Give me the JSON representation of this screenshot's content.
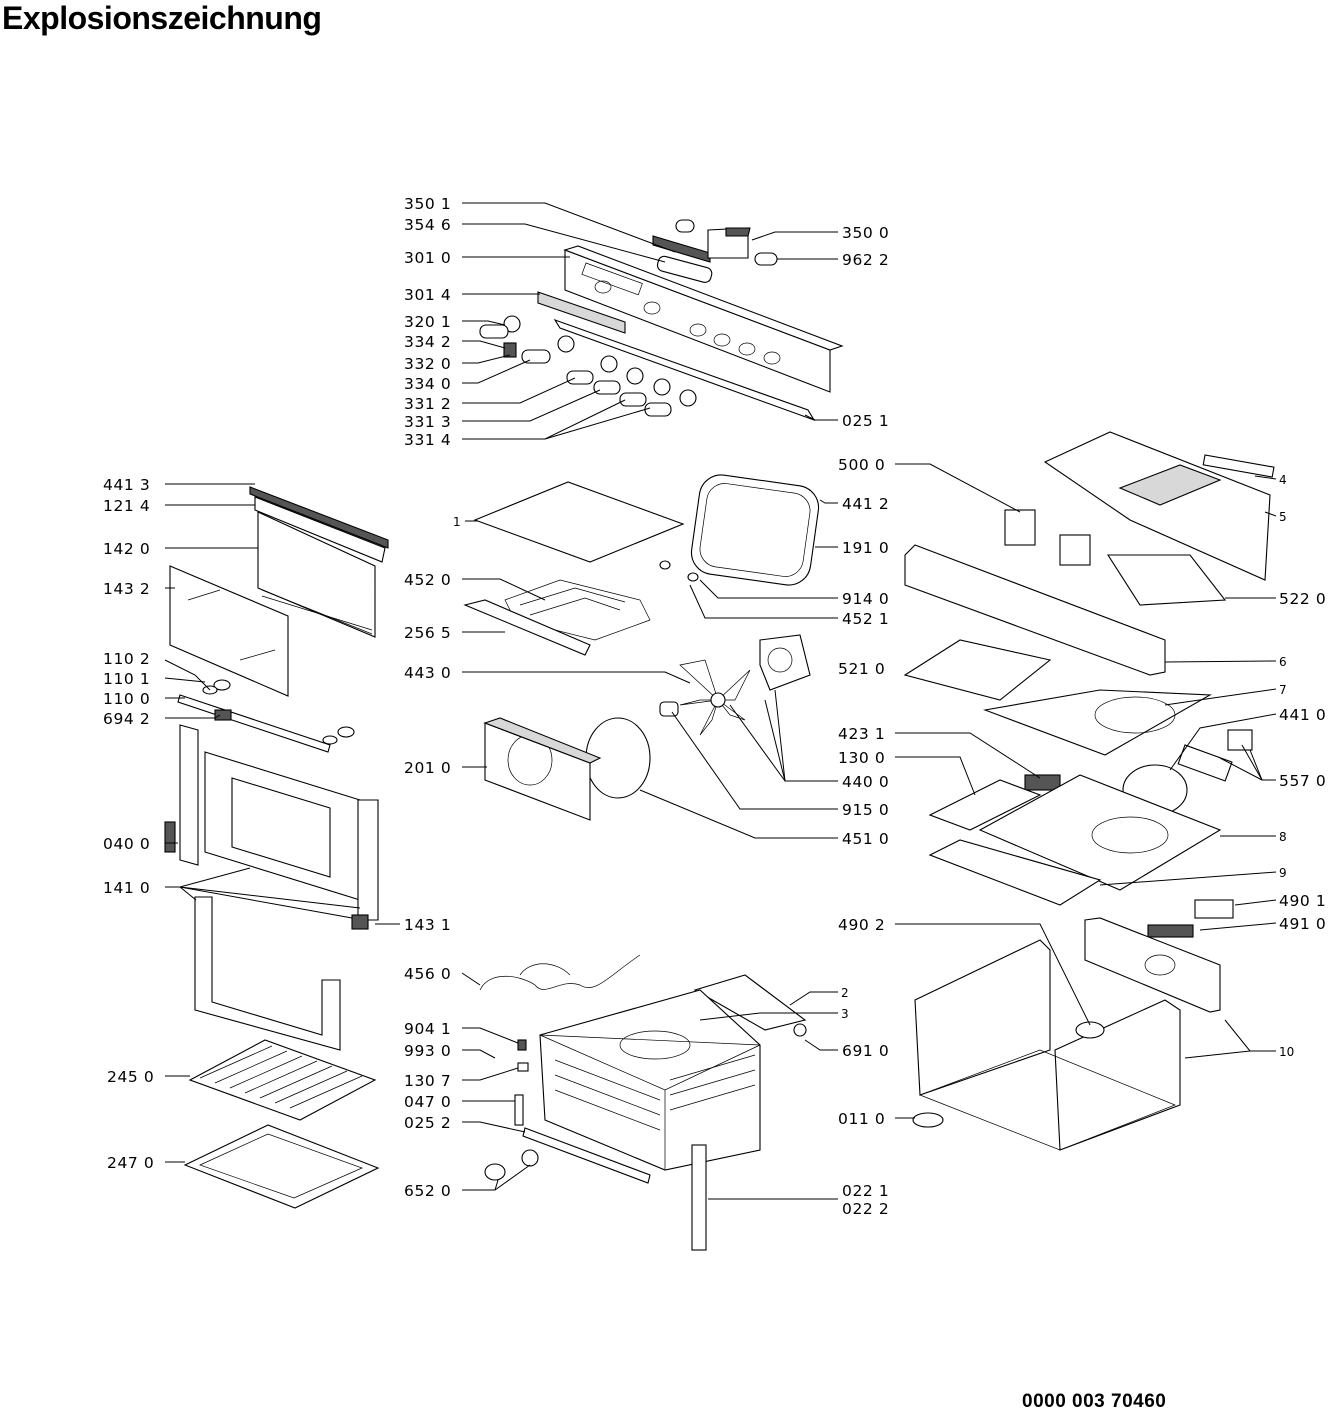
{
  "title": "Explosionszeichnung",
  "document_number": "0000 003 70460",
  "callouts": {
    "c3501": "350 1",
    "c3546": "354 6",
    "c3010": "301 0",
    "c3014": "301 4",
    "c3201": "320 1",
    "c3342": "334 2",
    "c3320": "332 0",
    "c3340": "334 0",
    "c3312": "331 2",
    "c3313": "331 3",
    "c3314": "331 4",
    "c3500": "350 0",
    "c9622": "962 2",
    "c0251": "025 1",
    "c4413": "441 3",
    "c1214": "121 4",
    "c1420": "142 0",
    "c1432": "143 2",
    "c1102": "110 2",
    "c1101": "110 1",
    "c1100": "110 0",
    "c6942": "694 2",
    "c0400": "040 0",
    "c1410": "141 0",
    "c1431": "143 1",
    "c2450": "245 0",
    "c2470": "247 0",
    "c1": "1",
    "c4520": "452 0",
    "c2565": "256 5",
    "c4430": "443 0",
    "c2010": "201 0",
    "c4412": "441 2",
    "c1910": "191 0",
    "c9140": "914 0",
    "c4521": "452 1",
    "c4400": "440 0",
    "c9150": "915 0",
    "c4510": "451 0",
    "c5000": "500 0",
    "c4": "4",
    "c5": "5",
    "c5220": "522 0",
    "c6": "6",
    "c5210": "521 0",
    "c7": "7",
    "c4410": "441 0",
    "c4231": "423 1",
    "c1300": "130 0",
    "c5570": "557 0",
    "c8": "8",
    "c9": "9",
    "c4901": "490 1",
    "c4910": "491 0",
    "c4902": "490 2",
    "c10": "10",
    "c0110": "011 0",
    "c4560": "456 0",
    "c2": "2",
    "c3": "3",
    "c9041": "904 1",
    "c9930": "993 0",
    "c1307": "130 7",
    "c6910": "691 0",
    "c0470": "047 0",
    "c0252": "025 2",
    "c6520": "652 0",
    "c0221": "022 1",
    "c0222": "022 2"
  }
}
